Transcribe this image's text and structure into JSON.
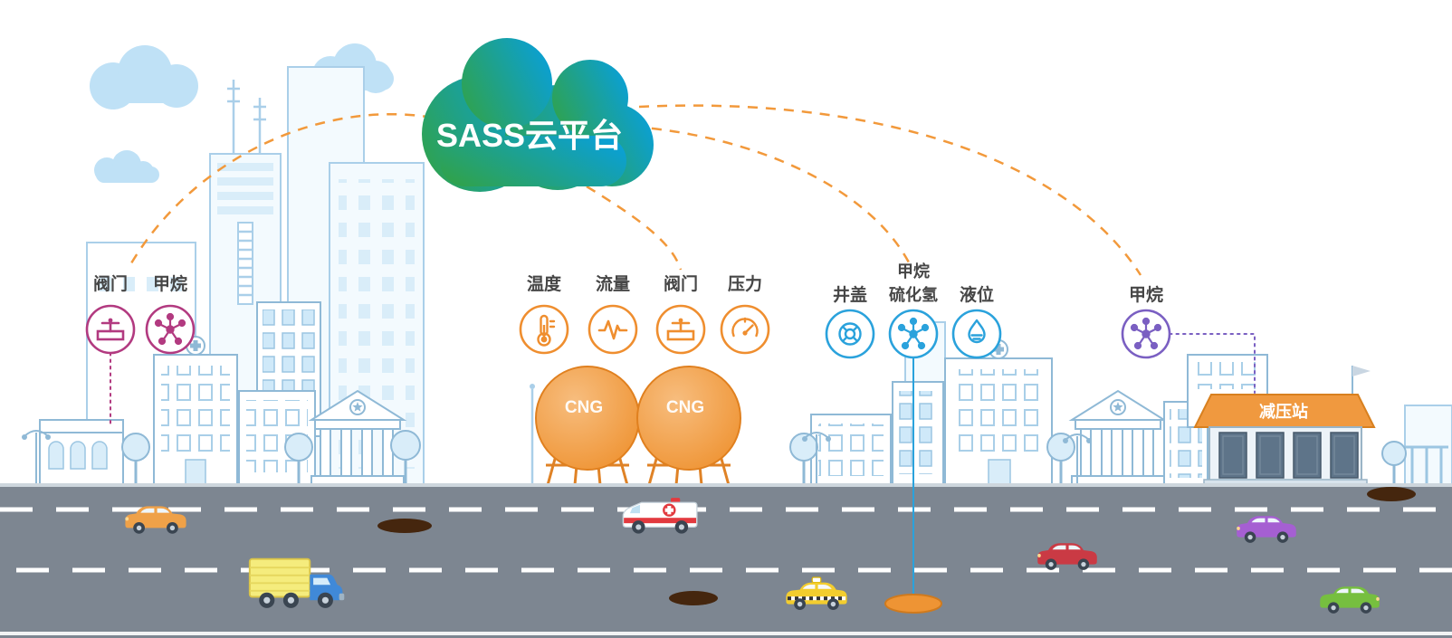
{
  "cloud": {
    "label": "SASS云平台",
    "gradient": [
      "#2fa24f",
      "#0aa0d6"
    ]
  },
  "connections": {
    "style": "dashed",
    "color": "#f2993b"
  },
  "groups": [
    {
      "name": "city-pipeline-sensors",
      "color": "#b23a80",
      "sensors": [
        {
          "label": "阀门",
          "icon": "valve-icon"
        },
        {
          "label": "甲烷",
          "icon": "molecule-icon"
        }
      ]
    },
    {
      "name": "cng-storage-sensors",
      "color": "#ef8e2f",
      "sensors": [
        {
          "label": "温度",
          "icon": "thermometer-icon"
        },
        {
          "label": "流量",
          "icon": "flow-icon"
        },
        {
          "label": "阀门",
          "icon": "valve-icon"
        },
        {
          "label": "压力",
          "icon": "gauge-icon"
        }
      ]
    },
    {
      "name": "underground-sensors",
      "color": "#2aa2dc",
      "sensors": [
        {
          "label": "井盖",
          "icon": "manhole-icon"
        },
        {
          "label": "甲烷",
          "label2": "硫化氢",
          "icon": "molecule-icon"
        },
        {
          "label": "液位",
          "icon": "level-icon"
        }
      ]
    },
    {
      "name": "pressure-station-sensors",
      "color": "#7a5fc2",
      "sensors": [
        {
          "label": "甲烷",
          "icon": "molecule-icon"
        }
      ]
    }
  ],
  "tanks": [
    {
      "label": "CNG"
    },
    {
      "label": "CNG"
    }
  ],
  "station": {
    "label": "减压站",
    "roof_color": "#f0993f"
  },
  "vehicles": [
    {
      "name": "car",
      "color": "#efa148"
    },
    {
      "name": "truck",
      "color": "#f5ec7d"
    },
    {
      "name": "ambulance",
      "color": "#ffffff"
    },
    {
      "name": "taxi",
      "color": "#f3cd2e"
    },
    {
      "name": "car",
      "color": "#ca3a44"
    },
    {
      "name": "car",
      "color": "#a55fd2"
    },
    {
      "name": "car",
      "color": "#76bf3f"
    }
  ]
}
